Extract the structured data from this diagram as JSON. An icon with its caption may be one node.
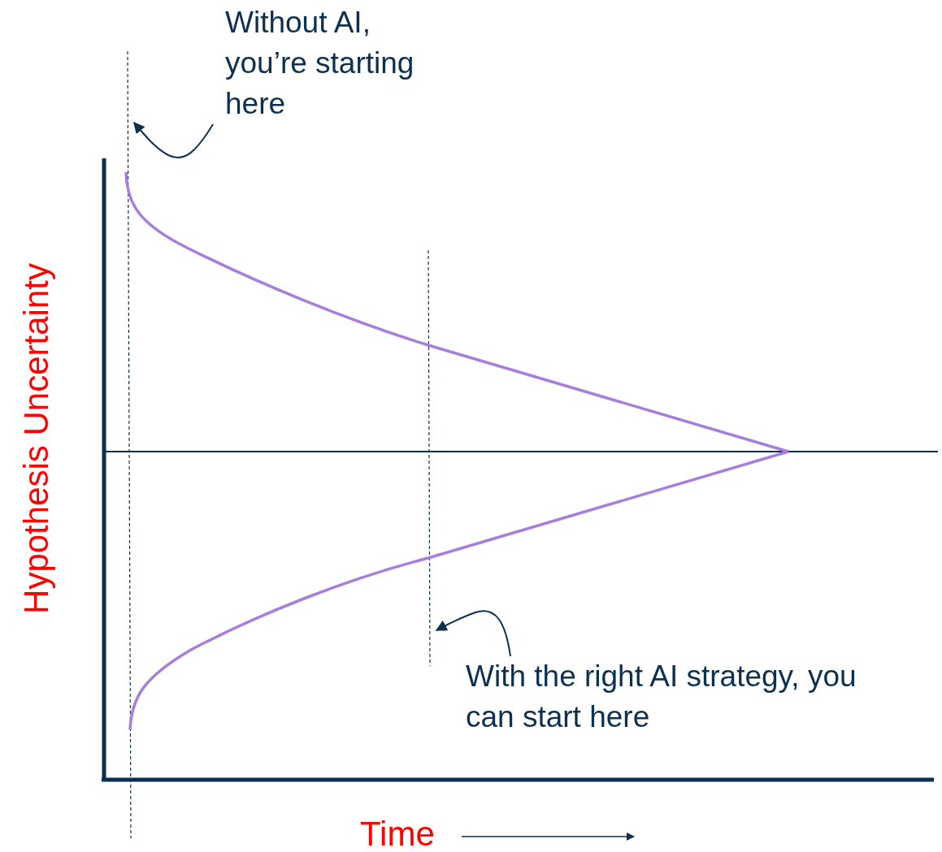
{
  "diagram": {
    "nodes": [
      {
        "text": [
          "Without AI, you’re starting here"
        ]
      },
      {
        "text": [
          "With the right AI strategy, you can start here"
        ]
      }
    ],
    "edges": [
      {
        "from": 0,
        "to": null,
        "arrow": "to"
      },
      {
        "from": 1,
        "to": null,
        "arrow": "to"
      }
    ],
    "labels": [
      "Hypothesis Uncertainty",
      "Time"
    ]
  }
}
